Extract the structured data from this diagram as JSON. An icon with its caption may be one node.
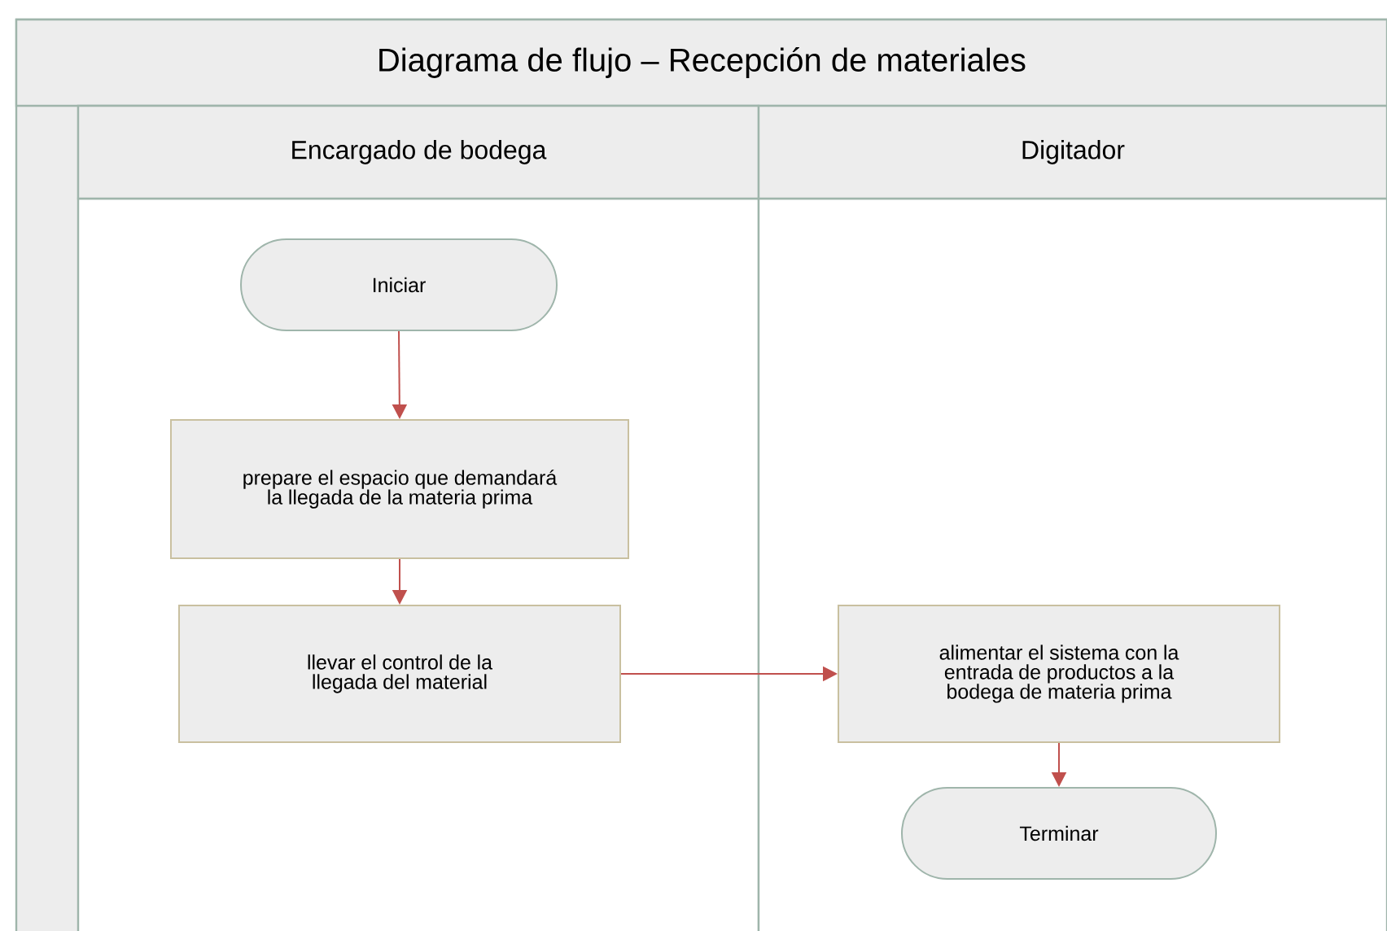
{
  "diagram": {
    "nodes": [
      {
        "text": [
          "Diagrama de flujo – Recepción de materiales"
        ]
      },
      {
        "text": [
          "Encargado de bodega"
        ],
        "in": 0
      },
      {
        "text": [
          "Digitador"
        ],
        "in": 0
      },
      {
        "text": [
          "Iniciar"
        ],
        "in": 1
      },
      {
        "text": [
          "prepare el espacio que demandará la llegada de la materia prima"
        ],
        "in": 1
      },
      {
        "text": [
          "llevar el control de la llegada del material"
        ],
        "in": 1
      },
      {
        "text": [
          "alimentar el sistema con la entrada de productos a la bodega de materia prima"
        ],
        "in": 2
      },
      {
        "text": [
          "Terminar"
        ],
        "in": 2
      }
    ],
    "edges": [
      {
        "from": 3,
        "to": 4,
        "arrow": "to"
      },
      {
        "from": 4,
        "to": 5,
        "arrow": "to"
      },
      {
        "from": 5,
        "to": 6,
        "arrow": "to"
      },
      {
        "from": 6,
        "to": 7,
        "arrow": "to"
      }
    ]
  }
}
